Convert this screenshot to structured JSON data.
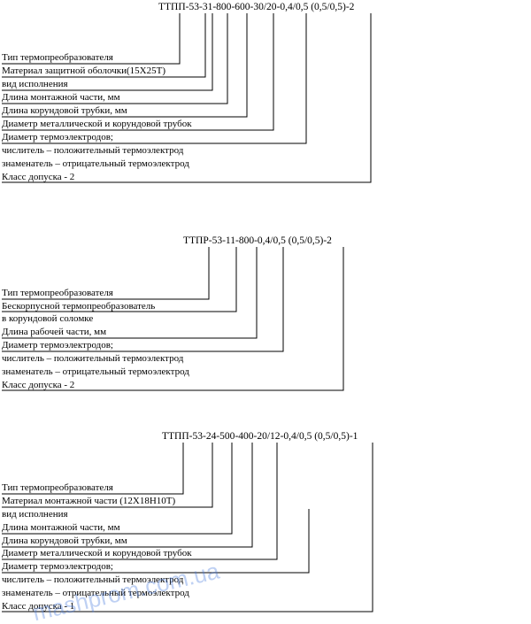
{
  "block1": {
    "code_parts": [
      "ТТПП-53",
      "-31",
      "-800",
      "-600",
      "-30/20",
      "-0,4/0,5",
      " (0,5/0,5)-2"
    ],
    "labels": [
      "Тип термопреобразователя",
      "Материал защитной оболочки(15Х25Т)",
      "вид исполнения",
      "Длина монтажной части, мм",
      "Длина корундовой трубки, мм",
      "Диаметр металлической и корундовой трубок",
      "Диаметр термоэлектродов;",
      "числитель – положительный термоэлектрод",
      "знаменатель – отрицательный термоэлектрод",
      "Класс допуска - 2"
    ]
  },
  "block2": {
    "code_parts": [
      "ТТПР-53",
      "-11",
      "-800",
      "-0,4/0,5",
      " (0,5/0,5)-2"
    ],
    "labels": [
      "Тип термопреобразователя",
      "Бескорпусной термопреобразователь",
      "в корундовой соломке",
      "Длина рабочей части, мм",
      "Диаметр термоэлектродов;",
      "числитель – положительный термоэлектрод",
      "знаменатель – отрицательный термоэлектрод",
      "Класс допуска - 2"
    ]
  },
  "block3": {
    "code_parts": [
      "ТТПП-53",
      "-24",
      "-500",
      "-400",
      "-20/12",
      "-0,4/0,5",
      " (0,5/0,5)-1"
    ],
    "labels": [
      "Тип термопреобразователя",
      "Материал монтажной части (12Х18Н10Т)",
      "вид исполнения",
      "Длина монтажной части, мм",
      "Длина корундовой трубки, мм",
      "Диаметр металлической и корундовой трубок",
      "Диаметр термоэлектродов;",
      "числитель – положительный термоэлектрод",
      "знаменатель – отрицательный термоэлектрод",
      "Класс допуска - 1"
    ]
  },
  "watermark": "mashprom.com.ua"
}
